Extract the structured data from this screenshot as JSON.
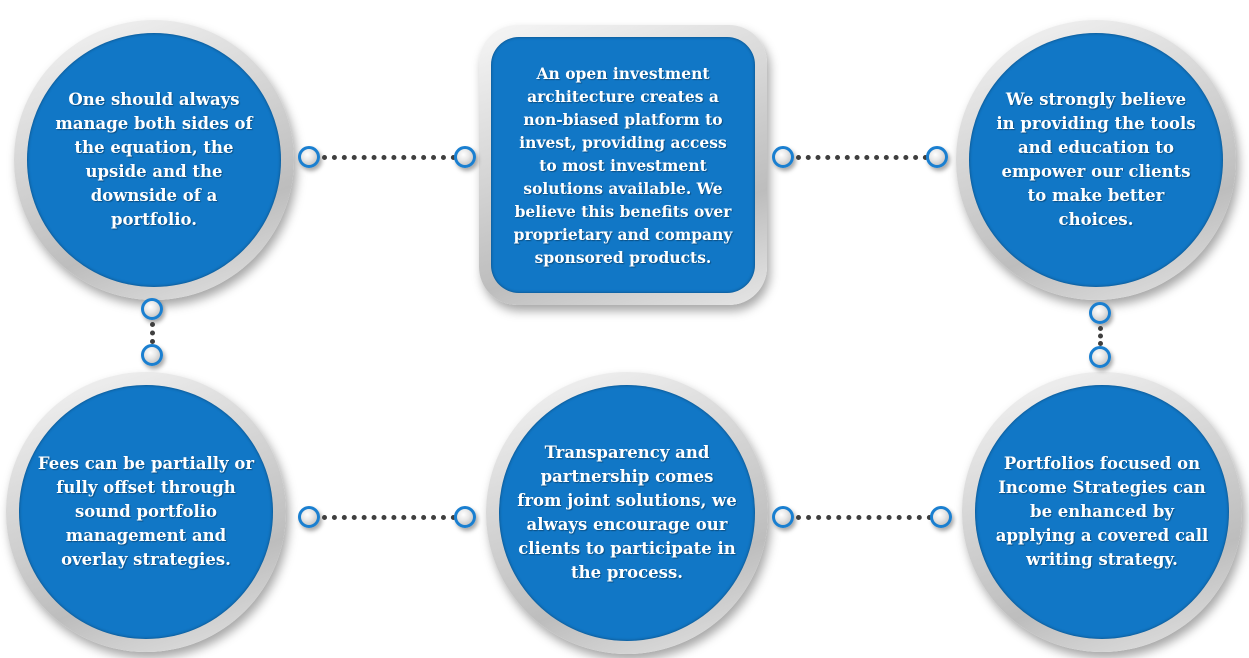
{
  "diagram": {
    "colors": {
      "fill": "#1177c6",
      "ring": "#d0d0d0",
      "knob_border": "#1a7fd0",
      "connector": "#3f3f3f",
      "text": "#ffffff"
    },
    "nodes": [
      {
        "id": "top-left",
        "shape": "circle",
        "text": "One should always manage both sides of the equation, the upside and the downside of a portfolio."
      },
      {
        "id": "top-center",
        "shape": "rounded-square",
        "text": "An open investment architecture creates a non-biased platform to invest, providing access to most investment solutions available. We believe this benefits over proprietary and company sponsored products."
      },
      {
        "id": "top-right",
        "shape": "circle",
        "text": "We strongly believe in providing the tools and education to empower our clients to make better choices."
      },
      {
        "id": "bottom-left",
        "shape": "circle",
        "text": "Fees can be partially or fully offset through sound portfolio management and overlay strategies."
      },
      {
        "id": "bottom-center",
        "shape": "circle",
        "text": "Transparency and partnership comes from joint solutions, we always encourage our clients to participate in the process."
      },
      {
        "id": "bottom-right",
        "shape": "circle",
        "text": "Portfolios focused on Income Strategies can be enhanced by applying a covered call writing strategy."
      }
    ],
    "connections": [
      {
        "from": "top-left",
        "to": "top-center"
      },
      {
        "from": "top-center",
        "to": "top-right"
      },
      {
        "from": "top-left",
        "to": "bottom-left"
      },
      {
        "from": "top-right",
        "to": "bottom-right"
      },
      {
        "from": "bottom-left",
        "to": "bottom-center"
      },
      {
        "from": "bottom-center",
        "to": "bottom-right"
      }
    ]
  }
}
